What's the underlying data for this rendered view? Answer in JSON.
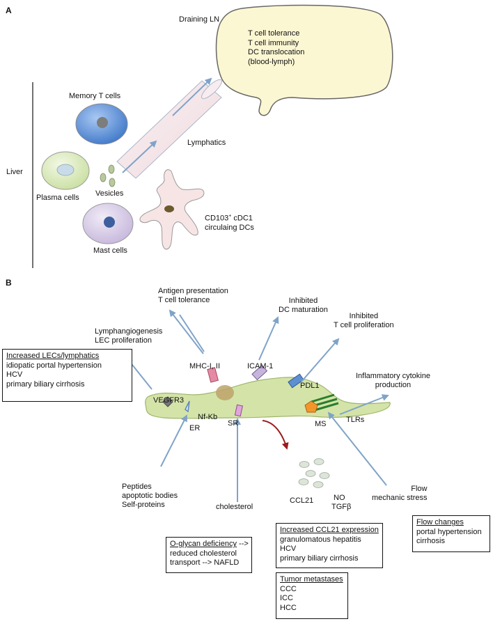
{
  "panel_a": {
    "label": "A",
    "liver": "Liver",
    "draining_ln": "Draining LN",
    "ln_lines": [
      "T cell tolerance",
      "T cell immunity",
      "DC translocation",
      "(blood-lymph)"
    ],
    "memory_t": "Memory T cells",
    "plasma": "Plasma cells",
    "vesicles": "Vesicles",
    "mast": "Mast cells",
    "lymphatics": "Lymphatics",
    "dc_line1": "CD103",
    "dc_sup": "+",
    "dc_line1b": " cDC1",
    "dc_line2": "circulaing DCs"
  },
  "panel_b": {
    "label": "B",
    "antigen": [
      "Antigen presentation",
      "T cell tolerance"
    ],
    "inhibited_dc": [
      "Inhibited",
      "DC maturation"
    ],
    "inhibited_t": [
      "Inhibited",
      "T cell proliferation"
    ],
    "lymphangio": [
      "Lymphangiogenesis",
      "LEC proliferation"
    ],
    "inflammatory": [
      "Inflammatory cytokine",
      "production"
    ],
    "mhc": "MHC-I, II",
    "icam": "ICAM-1",
    "pdl1": "PDL1",
    "vegfr3": "VEGFR3",
    "nfkb": "Nf-Kb",
    "tlrs": "TLRs",
    "er": "ER",
    "sr": "SR",
    "ms": "MS",
    "ccl21": "CCL21",
    "no": "NO",
    "tgfb": "TGFβ",
    "flow": [
      "Flow",
      "mechanic stress"
    ],
    "peptides": [
      "Peptides",
      "apoptotic bodies",
      "Self-proteins"
    ],
    "cholesterol": "cholesterol",
    "box_lec": {
      "head": "Increased LECs/lymphatics",
      "lines": [
        "idiopatic portal hypertension",
        "HCV",
        "primary biliary cirrhosis"
      ]
    },
    "box_ccl21": {
      "head": "Increased CCL21 expression",
      "lines": [
        "granulomatous hepatitis",
        "HCV",
        "primary biliary cirrhosis"
      ]
    },
    "box_flow": {
      "head": "Flow changes",
      "lines": [
        "portal hypertension",
        "cirrhosis"
      ]
    },
    "box_oglycan": {
      "head": "O-glycan deficiency",
      "head_tail": " -->",
      "lines": [
        "reduced cholesterol",
        "transport --> NAFLD"
      ]
    },
    "box_tumor": {
      "head": "Tumor metastases",
      "lines": [
        "CCC",
        "ICC",
        "HCC"
      ]
    }
  },
  "colors": {
    "arrow": "#7fa3c8",
    "red_arrow": "#9b1b1b",
    "lec_fill": "#d4e4a8",
    "ln_fill": "#fbf7d2",
    "memory_cell": "#5b8fd6",
    "plasma_cell": "#dcebbd",
    "mast_cell": "#d8cde6"
  }
}
